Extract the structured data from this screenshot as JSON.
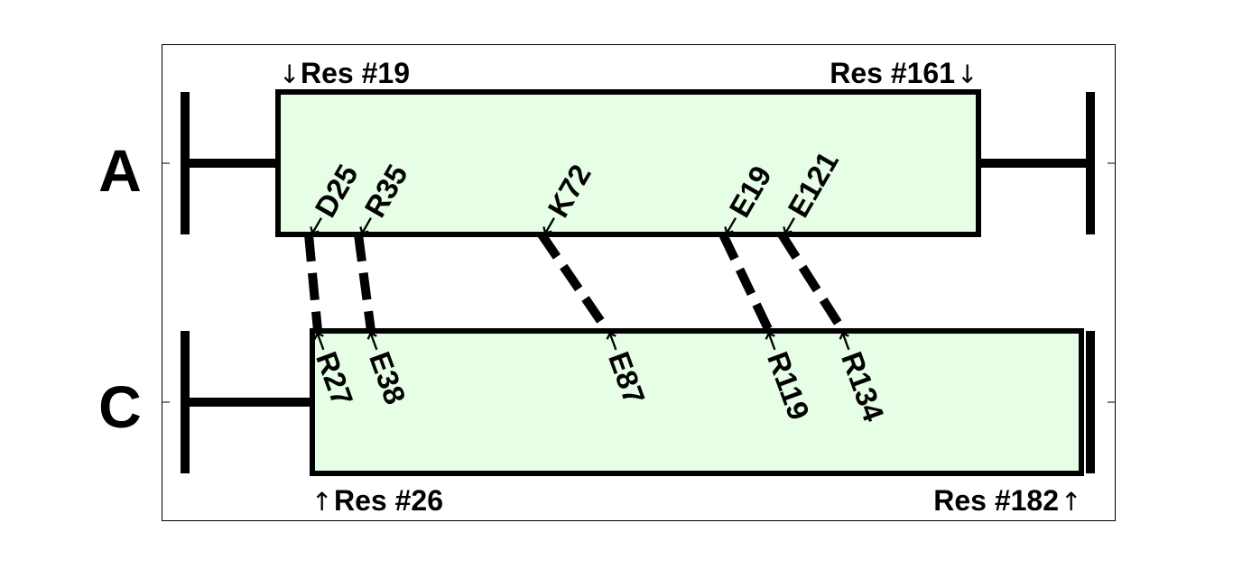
{
  "chains": {
    "top": {
      "label": "A",
      "start_label": "Res #19",
      "end_label": "Res #161",
      "residues": [
        "D25",
        "R35",
        "K72",
        "E19",
        "E121"
      ]
    },
    "bottom": {
      "label": "C",
      "start_label": "Res #26",
      "end_label": "Res #182",
      "residues": [
        "R27",
        "E38",
        "E87",
        "R119",
        "R134"
      ]
    }
  },
  "arrows": {
    "down": "↓",
    "up": "↑",
    "left": "←"
  },
  "colors": {
    "box_fill": "#e6fde6",
    "line": "#000000",
    "background": "#ffffff"
  }
}
